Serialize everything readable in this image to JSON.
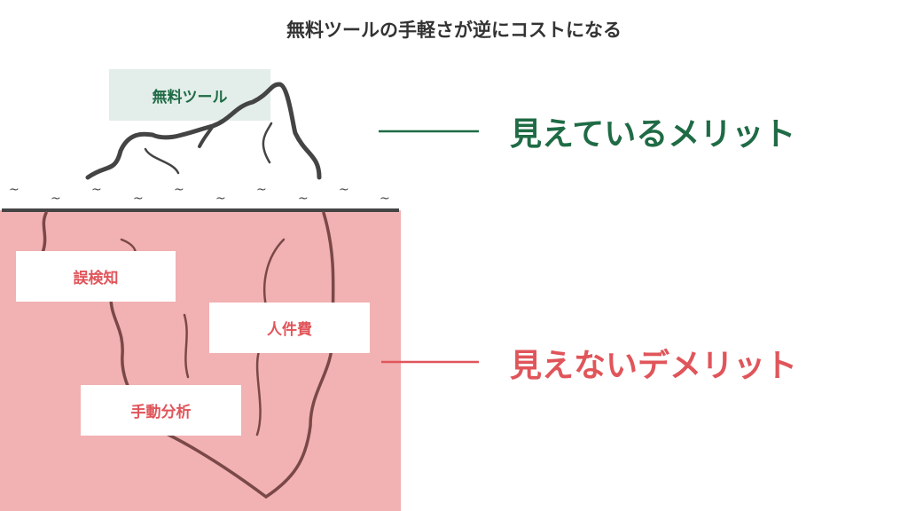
{
  "title": "無料ツールの手軽さが逆にコストになる",
  "free_tool_label": "無料ツール",
  "visible_merit": "見えているメリット",
  "hidden_demerit": "見えないデメリット",
  "hidden_items": [
    "誤検知",
    "人件費",
    "手動分析"
  ],
  "colors": {
    "green": "#1f6b45",
    "red": "#e0555a",
    "underwater": "#f2b1b2",
    "iceberg_line": "#444444",
    "underwater_line": "#7a4848"
  }
}
